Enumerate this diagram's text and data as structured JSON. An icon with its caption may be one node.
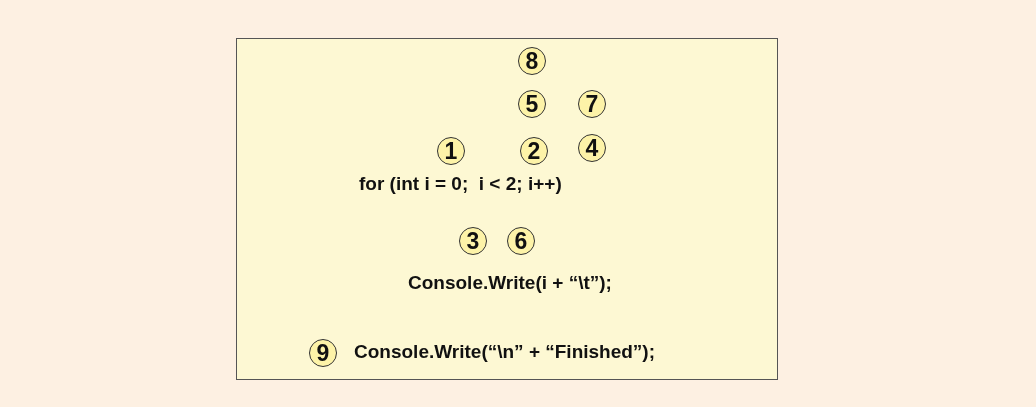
{
  "diagram": {
    "nodes": [
      {
        "text": [
          "8"
        ]
      },
      {
        "text": [
          "5"
        ]
      },
      {
        "text": [
          "7"
        ]
      },
      {
        "text": [
          "1"
        ]
      },
      {
        "text": [
          "2"
        ]
      },
      {
        "text": [
          "4"
        ]
      },
      {
        "text": [
          "3"
        ]
      },
      {
        "text": [
          "6"
        ]
      },
      {
        "text": [
          "9"
        ]
      }
    ],
    "labels": [
      "for (int i = 0;  i < 2; i++)",
      "Console.Write(i + “\\t”);",
      "Console.Write(“\\n” + “Finished”);"
    ]
  }
}
